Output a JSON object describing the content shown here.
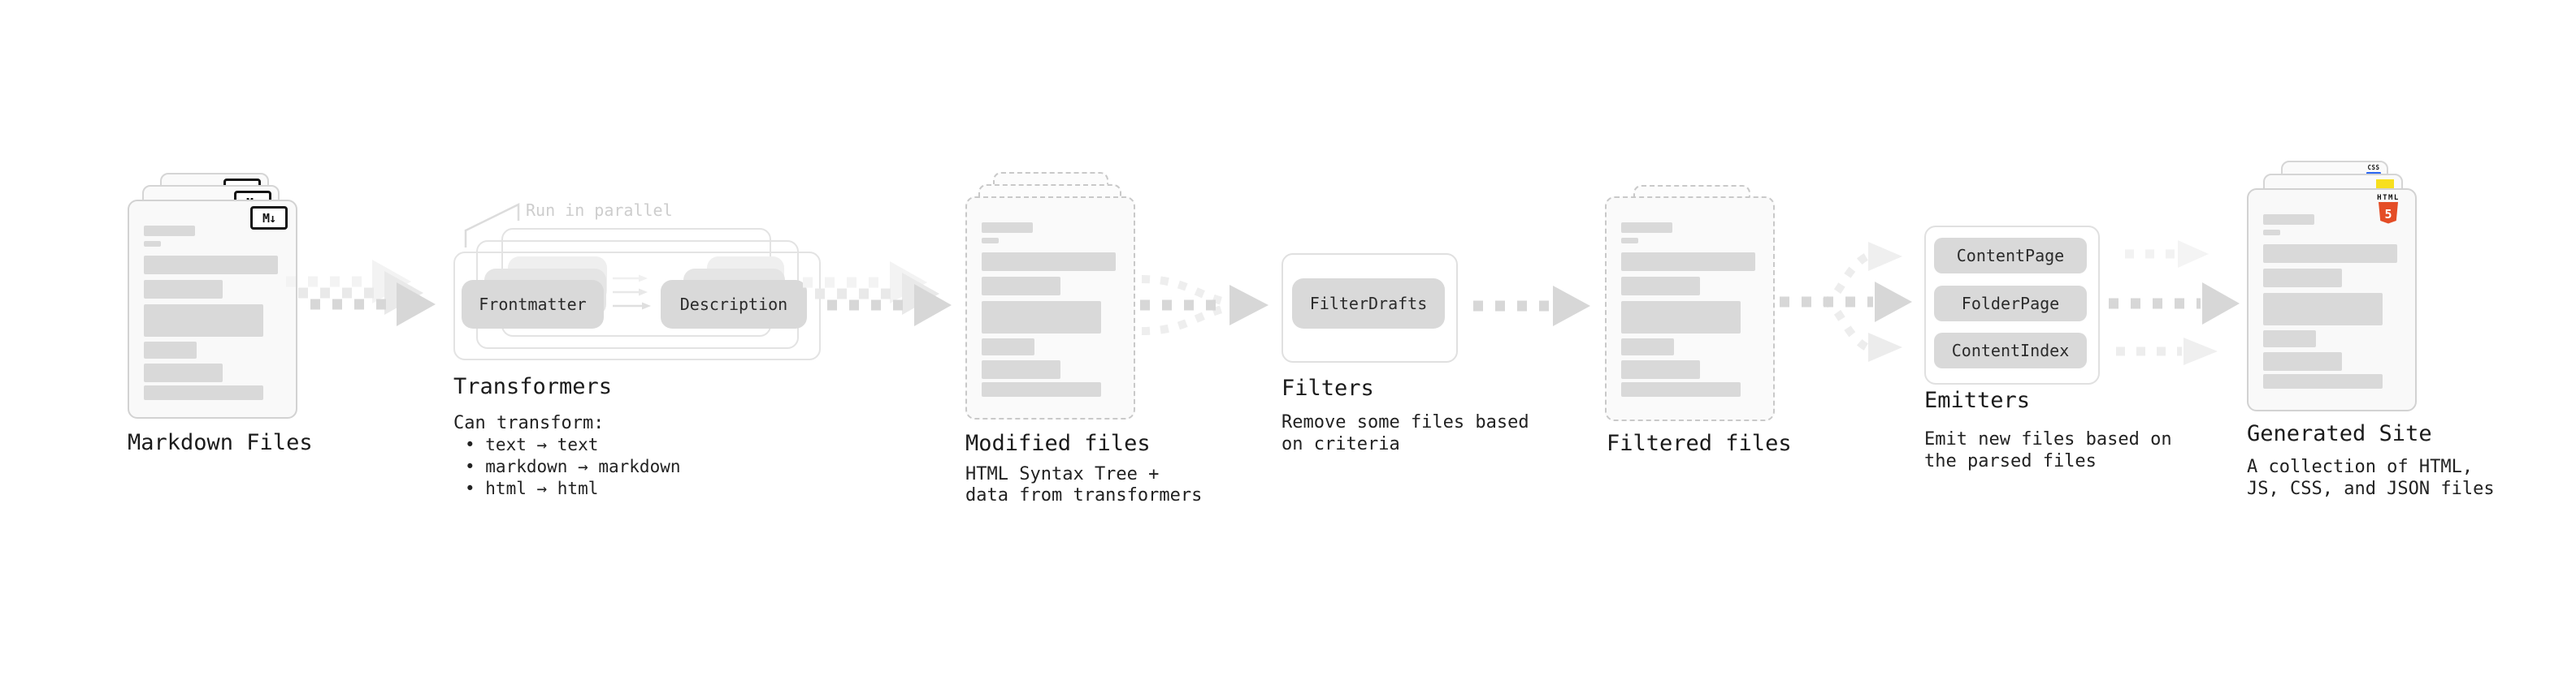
{
  "markdown": {
    "label": "Markdown Files",
    "badge": "M↓"
  },
  "transformers": {
    "label": "Transformers",
    "note": "Run in parallel",
    "pills": [
      "Frontmatter",
      "Description"
    ],
    "desc_title": "Can transform:",
    "bullets": [
      "• text → text",
      "• markdown → markdown",
      "• html → html"
    ]
  },
  "modified": {
    "label": "Modified files",
    "desc": [
      "HTML Syntax Tree +",
      "data from transformers"
    ]
  },
  "filters": {
    "label": "Filters",
    "pills": [
      "FilterDrafts"
    ],
    "desc": [
      "Remove some files based",
      "on criteria"
    ]
  },
  "filtered": {
    "label": "Filtered files"
  },
  "emitters": {
    "label": "Emitters",
    "pills": [
      "ContentPage",
      "FolderPage",
      "ContentIndex"
    ],
    "desc": [
      "Emit new files based on",
      "the parsed files"
    ]
  },
  "generated": {
    "label": "Generated Site",
    "desc": [
      "A collection of HTML,",
      "JS, CSS, and JSON files"
    ],
    "badges": {
      "html_word": "HTML",
      "html_num": "5",
      "css_word": "CSS"
    }
  },
  "colors": {
    "html5_orange": "#e44d26",
    "js_yellow": "#f7df1e",
    "css_blue": "#2965f1",
    "bar_gray": "#d9d9d9",
    "pill_gray": "#d9d9d9",
    "arrow_gray": "#d7d7d7",
    "note_gray": "#cdcdcd"
  }
}
